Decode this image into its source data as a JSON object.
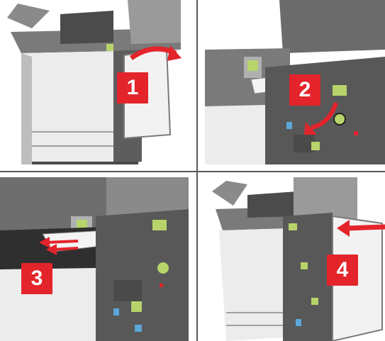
{
  "steps": [
    {
      "number": "1",
      "action": "open-finisher-door",
      "arrow_color": "#e3242b"
    },
    {
      "number": "2",
      "action": "rotate-knob",
      "arrow_color": "#e3242b"
    },
    {
      "number": "3",
      "action": "remove-jammed-paper",
      "arrow_color": "#e3242b"
    },
    {
      "number": "4",
      "action": "close-finisher-door",
      "arrow_color": "#e3242b"
    }
  ],
  "colors": {
    "badge": "#e3242b",
    "printer_body": "#5d5d5d",
    "printer_panel": "#e8e8e8",
    "accent_green": "#b6d46a",
    "accent_blue": "#5aa7d8",
    "divider": "#585858"
  }
}
